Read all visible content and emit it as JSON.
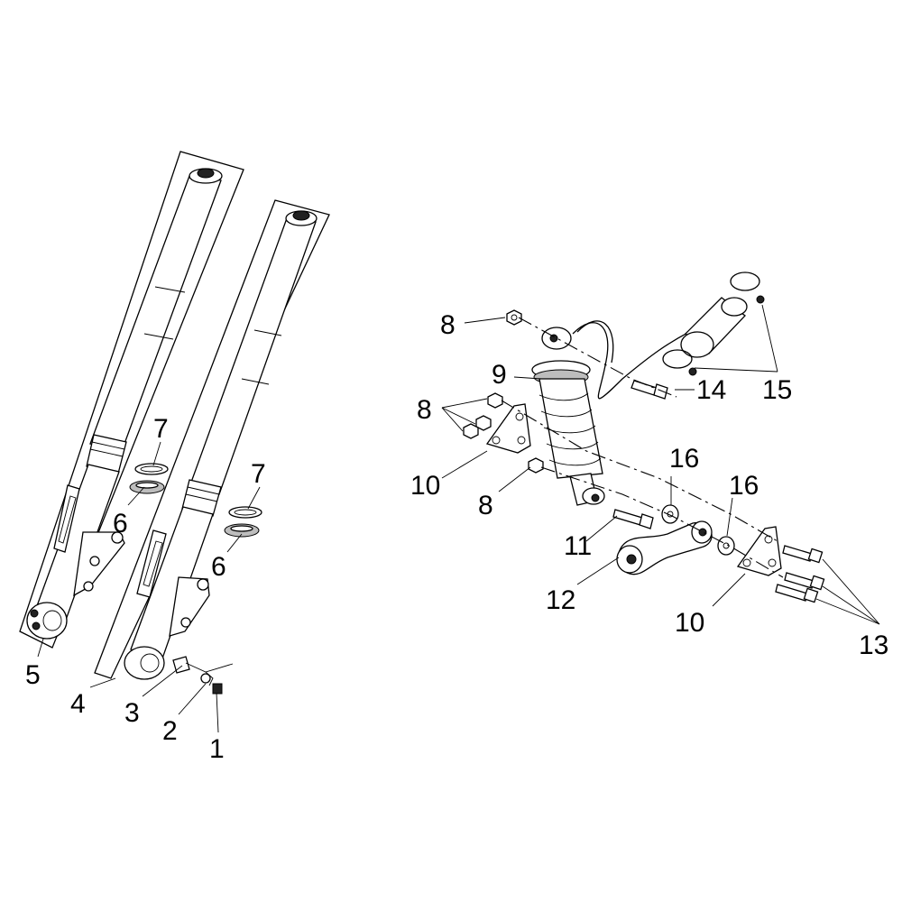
{
  "diagram": {
    "callouts": [
      {
        "id": "c1",
        "text": "1"
      },
      {
        "id": "c2",
        "text": "2"
      },
      {
        "id": "c3",
        "text": "3"
      },
      {
        "id": "c4",
        "text": "4"
      },
      {
        "id": "c5",
        "text": "5"
      },
      {
        "id": "c6a",
        "text": "6"
      },
      {
        "id": "c6b",
        "text": "6"
      },
      {
        "id": "c7a",
        "text": "7"
      },
      {
        "id": "c7b",
        "text": "7"
      },
      {
        "id": "c8a",
        "text": "8"
      },
      {
        "id": "c8b",
        "text": "8"
      },
      {
        "id": "c8c",
        "text": "8"
      },
      {
        "id": "c9",
        "text": "9"
      },
      {
        "id": "c10a",
        "text": "10"
      },
      {
        "id": "c10b",
        "text": "10"
      },
      {
        "id": "c11",
        "text": "11"
      },
      {
        "id": "c12",
        "text": "12"
      },
      {
        "id": "c13",
        "text": "13"
      },
      {
        "id": "c14",
        "text": "14"
      },
      {
        "id": "c15",
        "text": "15"
      },
      {
        "id": "c16a",
        "text": "16"
      },
      {
        "id": "c16b",
        "text": "16"
      }
    ],
    "colors": {
      "ink": "#000000",
      "paper": "#ffffff"
    }
  }
}
